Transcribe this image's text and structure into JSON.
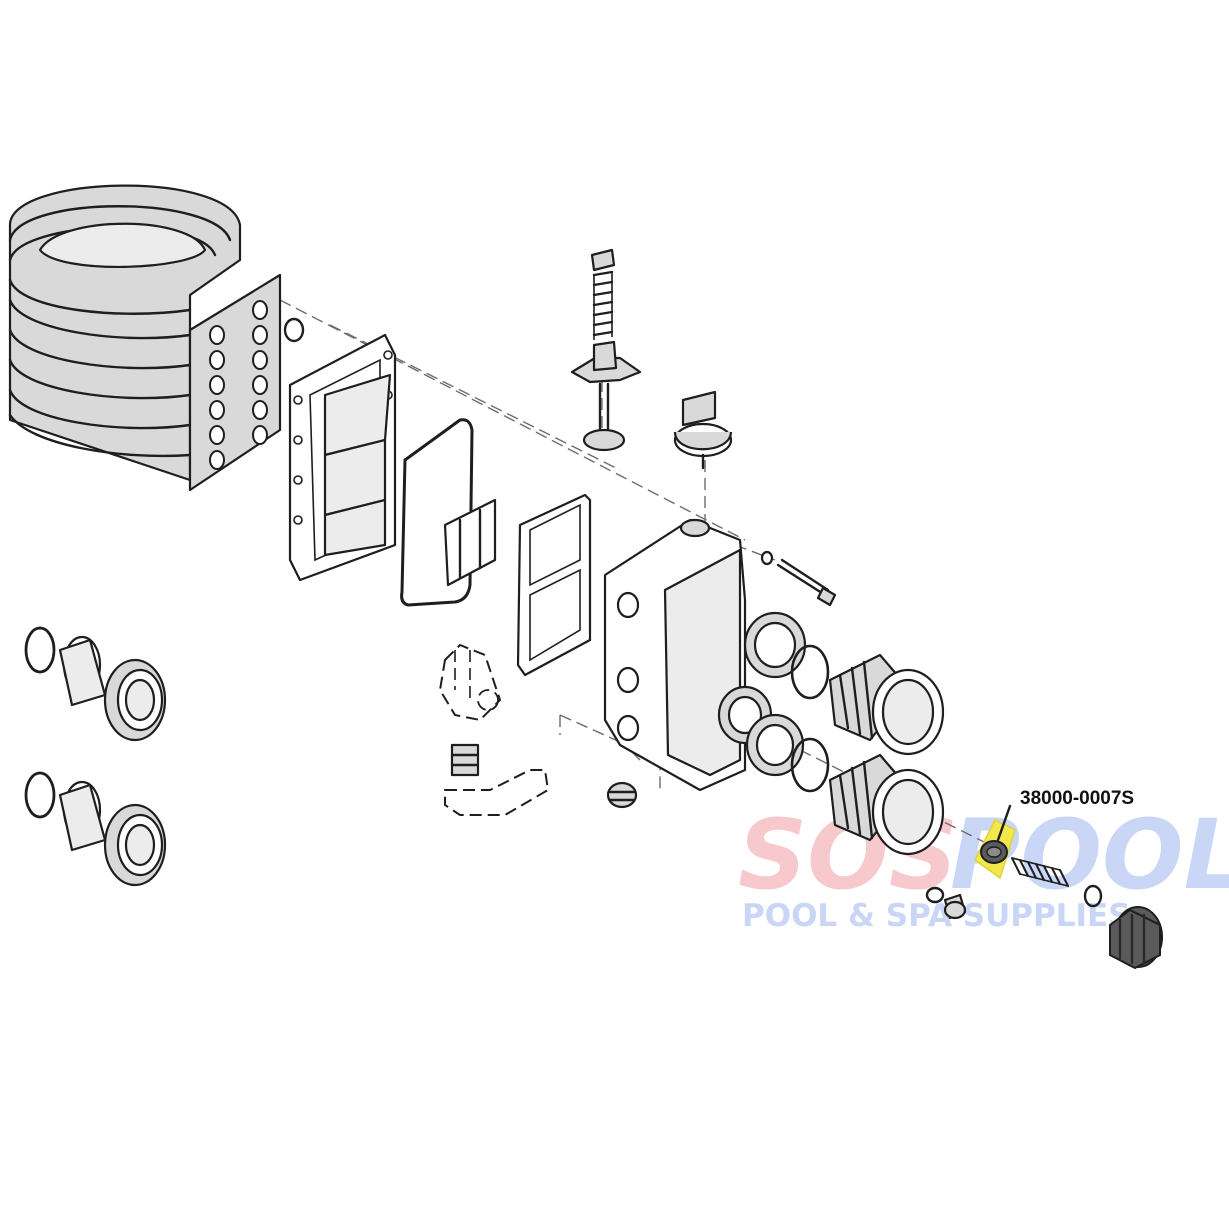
{
  "diagram": {
    "part_number_label": "38000-0007S",
    "highlight_color": "#f2e84b"
  },
  "watermark": {
    "brand_left": "SOS",
    "brand_right": "POOL",
    "tagline": "POOL & SPA SUPPLIES",
    "brand_left_color": "#f7c9cc",
    "brand_right_color": "#c9d6f5",
    "tagline_color": "#c9d6f5"
  }
}
